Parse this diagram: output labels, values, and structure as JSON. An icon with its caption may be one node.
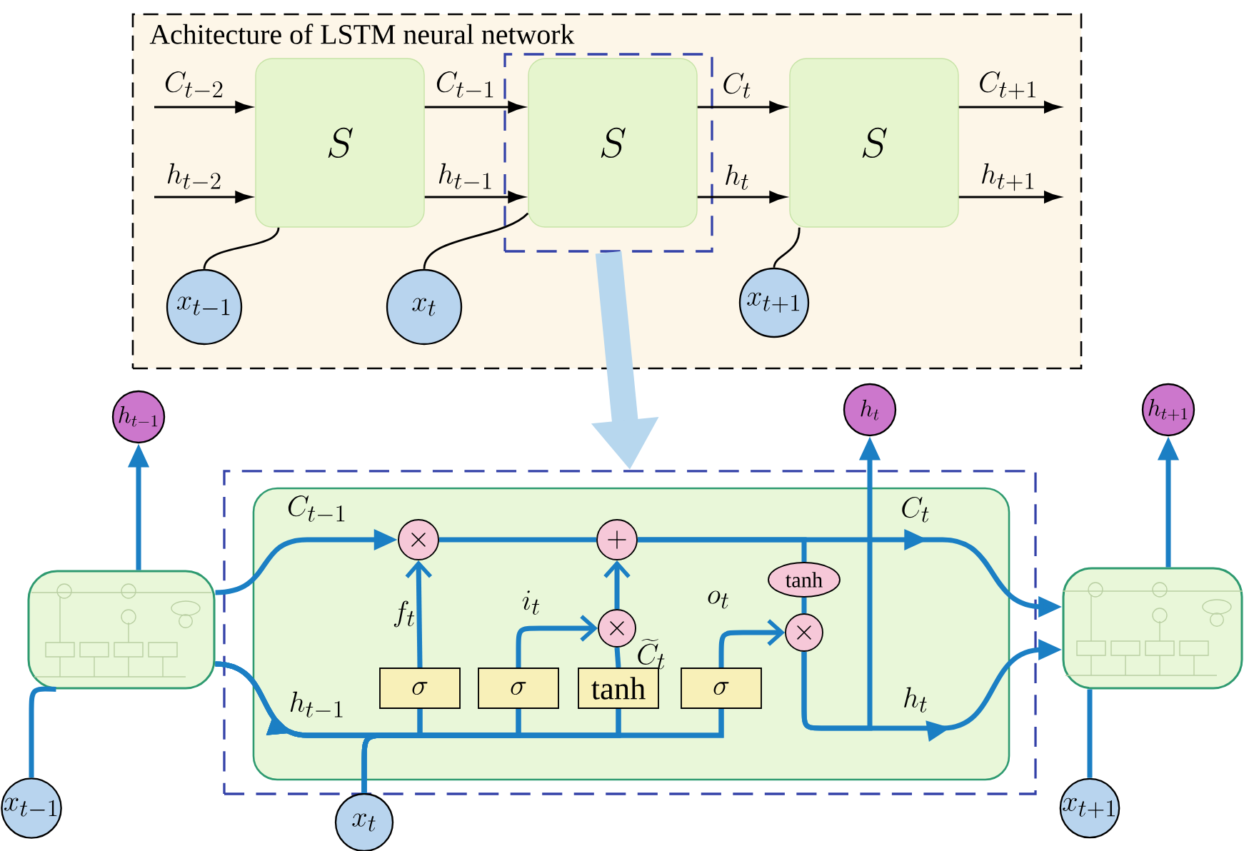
{
  "diagram": {
    "nodes": [
      {
        "text": [
          "Achitecture of LSTM neural network"
        ]
      },
      {
        "text": [
          "S"
        ],
        "in": 0
      },
      {
        "text": [],
        "shape": "box",
        "in": 0
      },
      {
        "text": [
          "S"
        ],
        "in": 2
      },
      {
        "text": [
          "S"
        ],
        "in": 0
      },
      {
        "text": [
          "x_{t-1}"
        ],
        "in": 0
      },
      {
        "text": [
          "x_t"
        ],
        "in": 0
      },
      {
        "text": [
          "x_{t+1}"
        ],
        "in": 0
      },
      {
        "text": [],
        "shape": "picture"
      },
      {
        "text": [
          "h_{t-1}"
        ]
      },
      {
        "text": [
          "x_{t-1}"
        ]
      },
      {
        "text": [],
        "shape": "box"
      },
      {
        "text": [],
        "shape": "box",
        "in": 11
      },
      {
        "text": [
          "\\times"
        ],
        "in": 12
      },
      {
        "text": [
          "+"
        ],
        "in": 12
      },
      {
        "text": [
          "\\times"
        ],
        "in": 12
      },
      {
        "text": [
          "tanh"
        ],
        "in": 12
      },
      {
        "text": [
          "\\times"
        ],
        "in": 12
      },
      {
        "text": [
          "\\sigma"
        ],
        "in": 12
      },
      {
        "text": [
          "\\sigma"
        ],
        "in": 12
      },
      {
        "text": [
          "tanh"
        ],
        "in": 12
      },
      {
        "text": [
          "\\sigma"
        ],
        "in": 12
      },
      {
        "text": [
          "h_t"
        ]
      },
      {
        "text": [
          "x_t"
        ]
      },
      {
        "text": [],
        "shape": "picture"
      },
      {
        "text": [
          "h_{t+1}"
        ]
      },
      {
        "text": [
          "x_{t+1}"
        ]
      }
    ],
    "edges": [
      {
        "from": null,
        "to": 1,
        "arrow": "to",
        "label": "C_{t-2}",
        "color": "#000000"
      },
      {
        "from": null,
        "to": 1,
        "arrow": "to",
        "label": "h_{t-2}",
        "color": "#000000"
      },
      {
        "from": 1,
        "to": 3,
        "arrow": "to",
        "label": "C_{t-1}",
        "color": "#000000"
      },
      {
        "from": 1,
        "to": 3,
        "arrow": "to",
        "label": "h_{t-1}",
        "color": "#000000"
      },
      {
        "from": 3,
        "to": 4,
        "arrow": "to",
        "label": "C_t",
        "color": "#000000"
      },
      {
        "from": 3,
        "to": 4,
        "arrow": "to",
        "label": "h_t",
        "color": "#000000"
      },
      {
        "from": 4,
        "to": null,
        "arrow": "to",
        "label": "C_{t+1}",
        "color": "#000000"
      },
      {
        "from": 4,
        "to": null,
        "arrow": "to",
        "label": "h_{t+1}",
        "color": "#000000"
      },
      {
        "from": 5,
        "to": 1,
        "arrow": "none",
        "color": "#000000"
      },
      {
        "from": 6,
        "to": 3,
        "arrow": "none",
        "color": "#000000"
      },
      {
        "from": 7,
        "to": 4,
        "arrow": "none",
        "color": "#000000"
      },
      {
        "from": 2,
        "to": 11,
        "arrow": "to",
        "style": "thick",
        "color": "#b7d7ee"
      },
      {
        "from": 10,
        "to": 8,
        "arrow": "none",
        "color": "#1b7fc4"
      },
      {
        "from": 8,
        "to": 9,
        "arrow": "to",
        "color": "#1b7fc4"
      },
      {
        "from": 8,
        "to": 13,
        "arrow": "to",
        "label": "C_{t-1}",
        "color": "#1b7fc4"
      },
      {
        "from": 8,
        "to": 18,
        "arrow": "to",
        "label": "h_{t-1}",
        "color": "#1b7fc4"
      },
      {
        "from": 8,
        "to": 19,
        "arrow": "to",
        "color": "#1b7fc4"
      },
      {
        "from": 8,
        "to": 20,
        "arrow": "to",
        "color": "#1b7fc4"
      },
      {
        "from": 8,
        "to": 21,
        "arrow": "to",
        "color": "#1b7fc4"
      },
      {
        "from": 23,
        "to": 18,
        "arrow": "none",
        "color": "#1b7fc4"
      },
      {
        "from": 23,
        "to": 19,
        "arrow": "none",
        "color": "#1b7fc4"
      },
      {
        "from": 23,
        "to": 20,
        "arrow": "none",
        "color": "#1b7fc4"
      },
      {
        "from": 23,
        "to": 21,
        "arrow": "none",
        "color": "#1b7fc4"
      },
      {
        "from": 18,
        "to": 13,
        "arrow": "to",
        "label": "f_t",
        "color": "#1b7fc4"
      },
      {
        "from": 13,
        "to": 14,
        "arrow": "none",
        "color": "#1b7fc4"
      },
      {
        "from": 19,
        "to": 15,
        "arrow": "to",
        "label": "i_t",
        "color": "#1b7fc4"
      },
      {
        "from": 20,
        "to": 15,
        "arrow": "none",
        "label": "\\widetilde{C}_t",
        "color": "#1b7fc4"
      },
      {
        "from": 15,
        "to": 14,
        "arrow": "to",
        "color": "#1b7fc4"
      },
      {
        "from": 14,
        "to": 24,
        "arrow": "to",
        "label": "C_t",
        "color": "#1b7fc4"
      },
      {
        "from": 14,
        "to": 16,
        "arrow": "none",
        "color": "#1b7fc4"
      },
      {
        "from": 16,
        "to": 17,
        "arrow": "none",
        "color": "#1b7fc4"
      },
      {
        "from": 21,
        "to": 17,
        "arrow": "to",
        "label": "o_t",
        "color": "#1b7fc4"
      },
      {
        "from": 17,
        "to": 24,
        "arrow": "to",
        "label": "h_t",
        "color": "#1b7fc4"
      },
      {
        "from": 17,
        "to": 22,
        "arrow": "to",
        "color": "#1b7fc4"
      },
      {
        "from": 26,
        "to": 24,
        "arrow": "none",
        "color": "#1b7fc4"
      },
      {
        "from": 24,
        "to": 25,
        "arrow": "to",
        "color": "#1b7fc4"
      }
    ]
  }
}
